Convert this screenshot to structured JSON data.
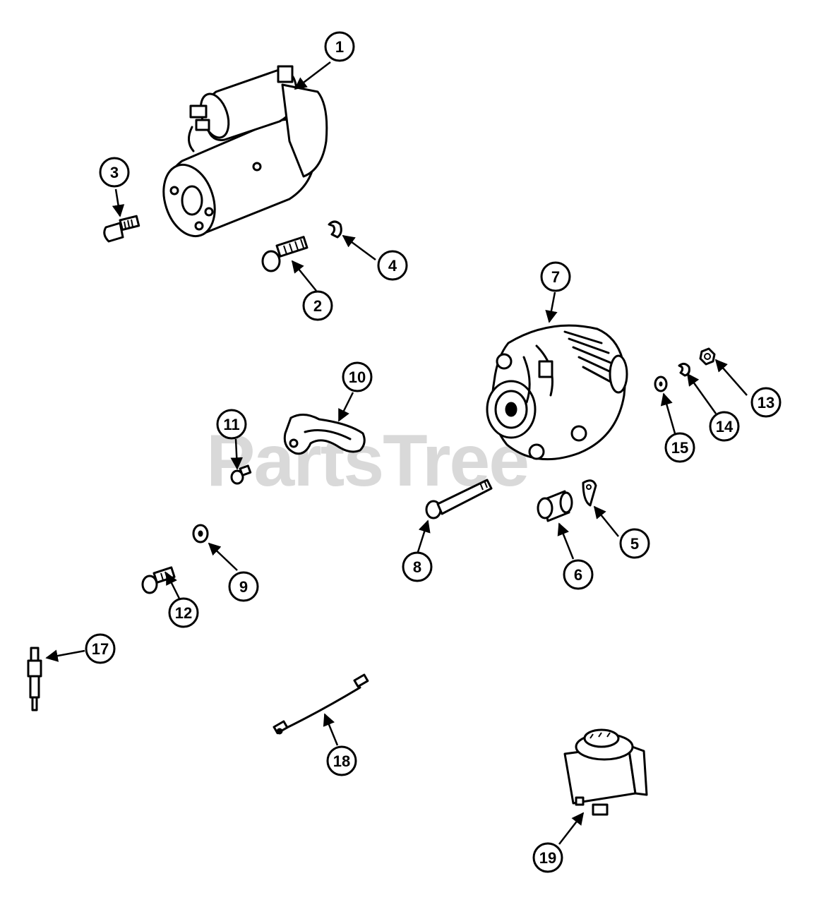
{
  "watermark": "PartsTree",
  "colors": {
    "ink": "#000000",
    "watermark": "#d9d9d9",
    "background": "#ffffff"
  },
  "callouts": [
    {
      "id": "c1",
      "label": "1"
    },
    {
      "id": "c2",
      "label": "2"
    },
    {
      "id": "c3",
      "label": "3"
    },
    {
      "id": "c4",
      "label": "4"
    },
    {
      "id": "c5",
      "label": "5"
    },
    {
      "id": "c6",
      "label": "6"
    },
    {
      "id": "c7",
      "label": "7"
    },
    {
      "id": "c8",
      "label": "8"
    },
    {
      "id": "c9",
      "label": "9"
    },
    {
      "id": "c10",
      "label": "10"
    },
    {
      "id": "c11",
      "label": "11"
    },
    {
      "id": "c12",
      "label": "12"
    },
    {
      "id": "c13",
      "label": "13"
    },
    {
      "id": "c14",
      "label": "14"
    },
    {
      "id": "c15",
      "label": "15"
    },
    {
      "id": "c17",
      "label": "17"
    },
    {
      "id": "c18",
      "label": "18"
    },
    {
      "id": "c19",
      "label": "19"
    }
  ]
}
